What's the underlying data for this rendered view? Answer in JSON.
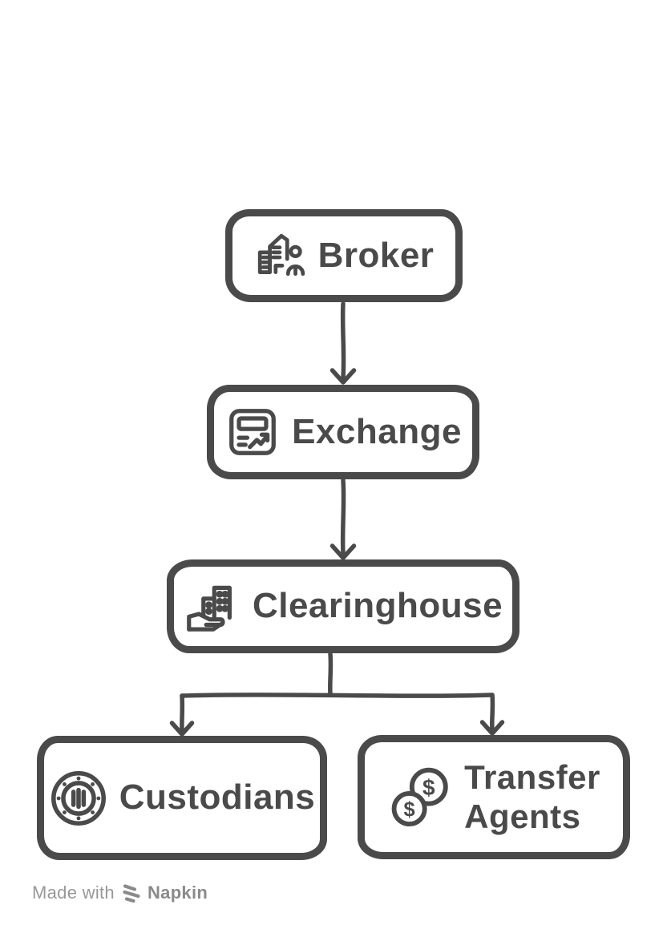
{
  "page": {
    "background_color": "#ffffff",
    "stroke_color": "#4a4a4a",
    "watermark_color": "#8a8a8a"
  },
  "diagram": {
    "type": "flowchart",
    "direction": "top-down",
    "nodes": {
      "broker": {
        "label": "Broker",
        "icon": "broker-building-person-icon"
      },
      "exchange": {
        "label": "Exchange",
        "icon": "exchange-ticker-chart-icon"
      },
      "clearinghouse": {
        "label": "Clearinghouse",
        "icon": "hand-holding-buildings-icon"
      },
      "custodians": {
        "label": "Custodians",
        "icon": "vault-emblem-icon"
      },
      "transfer_agents": {
        "label": "Transfer Agents",
        "label_lines": [
          "Transfer",
          "Agents"
        ],
        "icon": "dollar-coins-icon",
        "coin_symbol": "$"
      }
    },
    "edges": [
      {
        "from": "Broker",
        "to": "Exchange"
      },
      {
        "from": "Exchange",
        "to": "Clearinghouse"
      },
      {
        "from": "Clearinghouse",
        "to": "Custodians"
      },
      {
        "from": "Clearinghouse",
        "to": "Transfer Agents"
      }
    ]
  },
  "footer": {
    "made_with": "Made with",
    "brand": "Napkin"
  }
}
